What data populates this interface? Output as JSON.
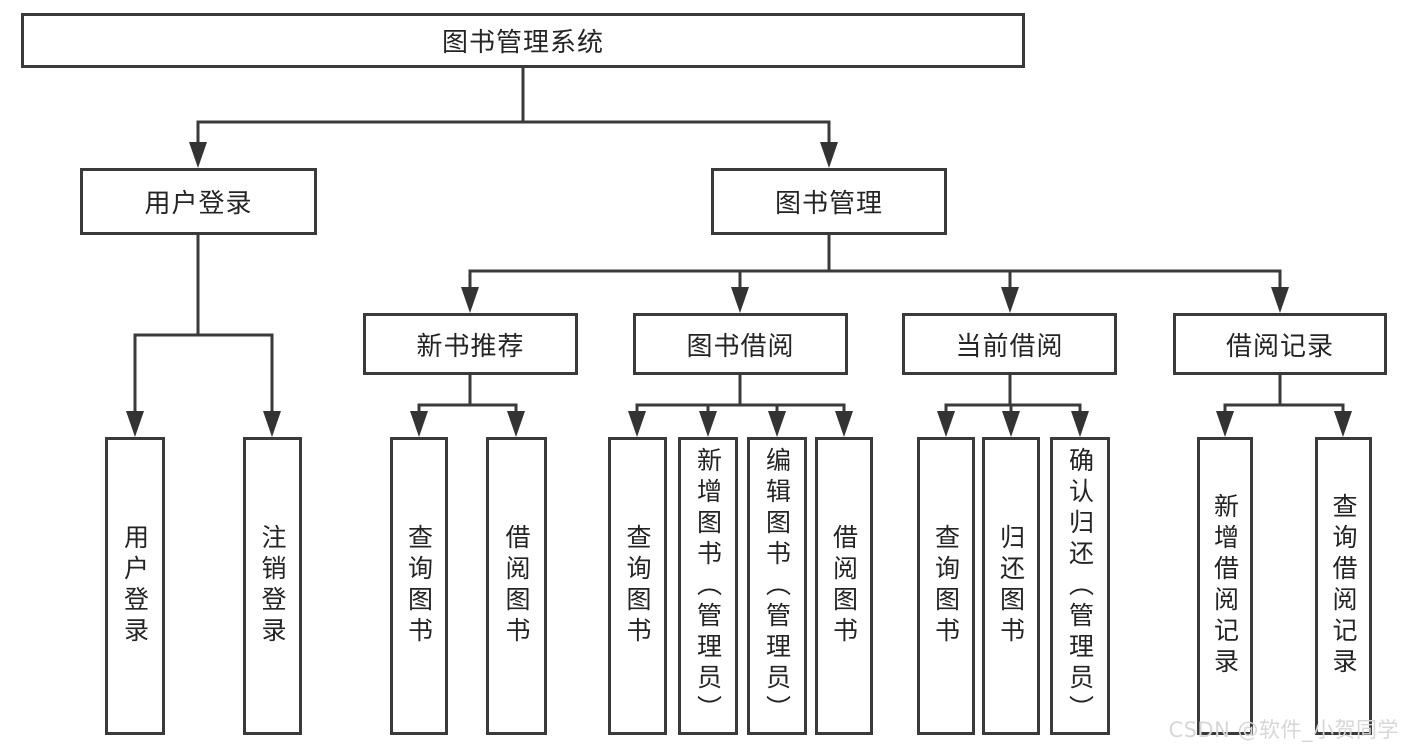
{
  "tree": {
    "root": "图书管理系统",
    "children": [
      {
        "label": "用户登录",
        "children": [
          {
            "label": "用户登录"
          },
          {
            "label": "注销登录"
          }
        ]
      },
      {
        "label": "图书管理",
        "children": [
          {
            "label": "新书推荐",
            "children": [
              {
                "label": "查询图书"
              },
              {
                "label": "借阅图书"
              }
            ]
          },
          {
            "label": "图书借阅",
            "children": [
              {
                "label": "查询图书"
              },
              {
                "label": "新增图书（管理员）"
              },
              {
                "label": "编辑图书（管理员）"
              },
              {
                "label": "借阅图书"
              }
            ]
          },
          {
            "label": "当前借阅",
            "children": [
              {
                "label": "查询图书"
              },
              {
                "label": "归还图书"
              },
              {
                "label": "确认归还（管理员）"
              }
            ]
          },
          {
            "label": "借阅记录",
            "children": [
              {
                "label": "新增借阅记录"
              },
              {
                "label": "查询借阅记录"
              }
            ]
          }
        ]
      }
    ]
  },
  "watermark": {
    "text": "CSDN @软件_小贺同学"
  },
  "colors": {
    "line": "#3a3a3a",
    "text": "#242424",
    "box_background": "#ffffff",
    "watermark": "#d7d7d7"
  }
}
